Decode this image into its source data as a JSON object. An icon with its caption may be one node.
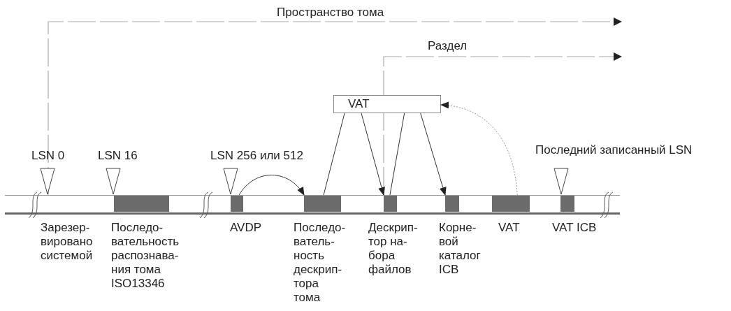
{
  "diagram": {
    "nodes": [
      {
        "text": [
          "VAT"
        ]
      },
      {
        "text": [
          "Зарезер- вировано системой"
        ]
      },
      {
        "text": [
          "Последо- вательность распознава- ния тома ISO13346"
        ]
      },
      {
        "text": [
          "AVDP"
        ]
      },
      {
        "text": [
          "Последо- ватель- ность дескрип- тора тома"
        ]
      },
      {
        "text": [
          "Дескрип- тор на- бора файлов"
        ]
      },
      {
        "text": [
          "Корне- вой каталог ICB"
        ]
      },
      {
        "text": [
          "VAT"
        ]
      },
      {
        "text": [
          "VAT ICB"
        ]
      }
    ],
    "edges": [
      {
        "from": 3,
        "to": 4,
        "arrow": "to"
      },
      {
        "from": 0,
        "to": 4,
        "arrow": "none"
      },
      {
        "from": 0,
        "to": 5,
        "arrow": "to"
      },
      {
        "from": 5,
        "to": 0,
        "arrow": "none"
      },
      {
        "from": 0,
        "to": 6,
        "arrow": "to"
      },
      {
        "from": 7,
        "to": 0,
        "arrow": "to",
        "style": "dashed",
        "color": "#999999"
      }
    ],
    "labels": [
      "Пространство тома",
      "Раздел",
      "LSN 0",
      "LSN 16",
      "LSN 256 или 512",
      "Последний записанный LSN"
    ]
  }
}
